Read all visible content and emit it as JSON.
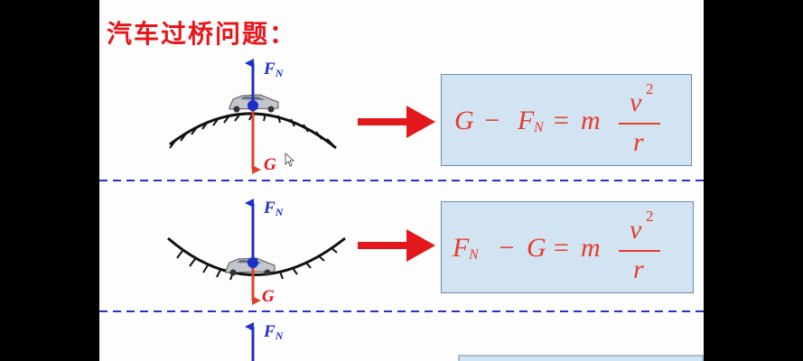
{
  "title": "汽车过桥问题：",
  "panels": [
    {
      "normal_force": "F",
      "normal_sub": "N",
      "gravity": "G",
      "equation": {
        "lhs": [
          "G",
          " − ",
          "F",
          "N"
        ],
        "rhs_m": "m",
        "num": "v",
        "exp": "2",
        "den": "r"
      }
    },
    {
      "normal_force": "F",
      "normal_sub": "N",
      "gravity": "G",
      "equation": {
        "lhs": [
          "F",
          "N",
          " − ",
          "G"
        ],
        "rhs_m": "m",
        "num": "v",
        "exp": "2",
        "den": "r"
      }
    },
    {
      "normal_force": "F",
      "normal_sub": "N"
    }
  ],
  "colors": {
    "title": "#e8151b",
    "normal_arrow": "#1d2fc9",
    "gravity_arrow": "#e0402a",
    "big_arrow": "#e3181c",
    "divider": "#2233cc",
    "equation_box": "#d2e4f1",
    "equation_text": "#e73c2a"
  }
}
